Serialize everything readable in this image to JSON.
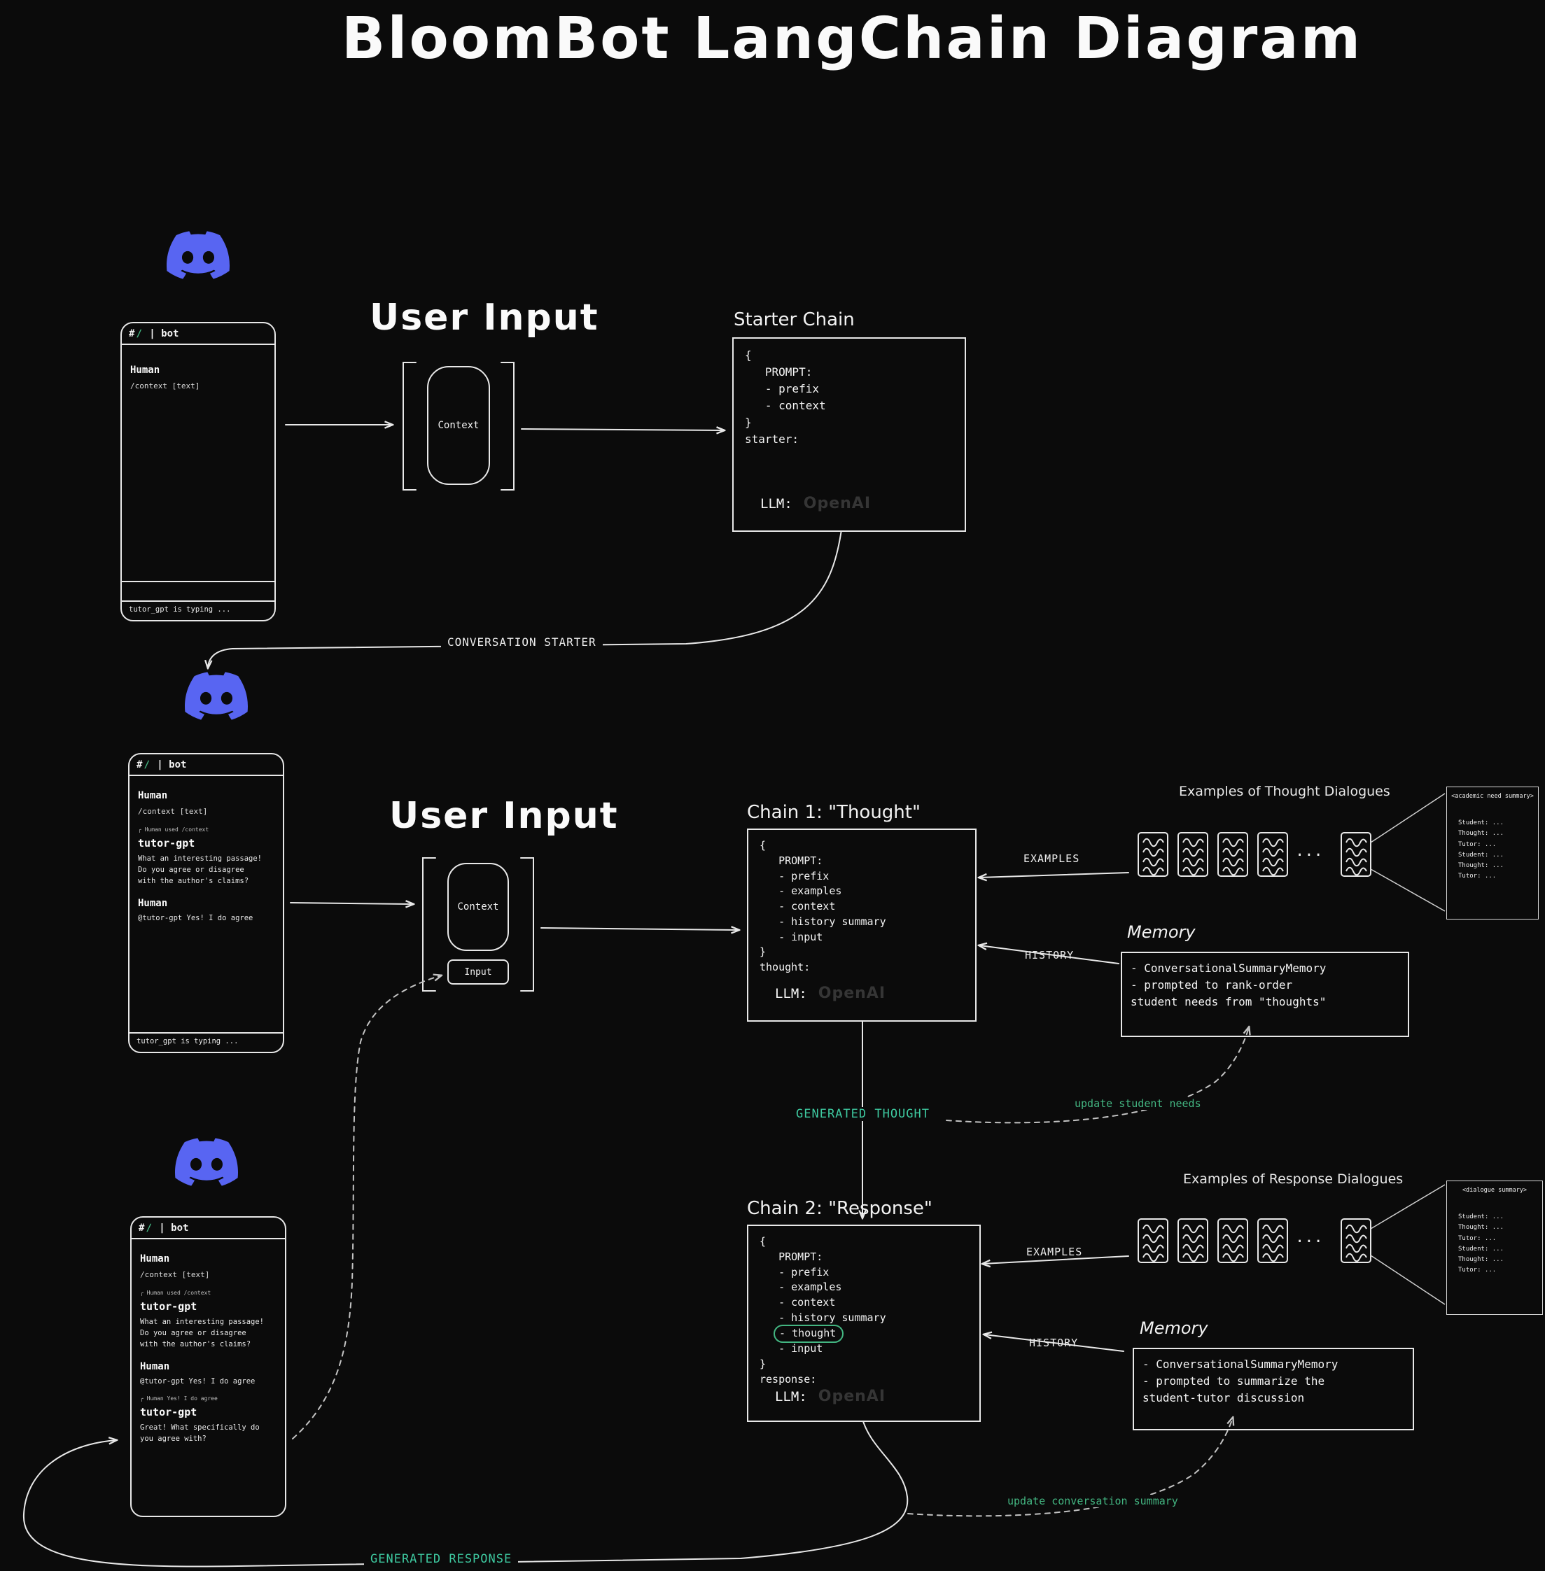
{
  "title": "BloomBot LangChain Diagram",
  "labels": {
    "user_input": "User Input",
    "context": "Context",
    "input": "Input",
    "conversation_starter": "CONVERSATION STARTER",
    "generated_thought": "GENERATED THOUGHT",
    "generated_response": "GENERATED RESPONSE",
    "examples": "EXAMPLES",
    "history": "HISTORY",
    "update_student_needs": "update student needs",
    "update_conversation_summary": "update conversation summary",
    "examples_thought_title": "Examples of Thought Dialogues",
    "examples_response_title": "Examples of Response Dialogues",
    "memory": "Memory",
    "ellipsis": "..."
  },
  "chains": {
    "starter": {
      "title": "Starter Chain",
      "code": "{\n   PROMPT:\n   - prefix\n   - context\n}\nstarter:",
      "llm_label": "LLM:",
      "llm_value": "OpenAI"
    },
    "chain1": {
      "title": "Chain 1: \"Thought\"",
      "code": "{\n   PROMPT:\n   - prefix\n   - examples\n   - context\n   - history summary\n   - input\n}\nthought:",
      "llm_label": "LLM:",
      "llm_value": "OpenAI"
    },
    "chain2": {
      "title": "Chain 2: \"Response\"",
      "code_before": "{\n   PROMPT:\n   - prefix\n   - examples\n   - context\n   - history summary",
      "thought_item": "- thought",
      "code_after": "   - input\n}\nresponse:",
      "llm_label": "LLM:",
      "llm_value": "OpenAI"
    }
  },
  "memory1": {
    "title": "Memory",
    "text": "- ConversationalSummaryMemory\n- prompted to rank-order\nstudent needs from \"thoughts\""
  },
  "memory2": {
    "title": "Memory",
    "text": "- ConversationalSummaryMemory\n- prompted to summarize the\nstudent-tutor discussion"
  },
  "summary1": {
    "header": "<academic need summary>",
    "body": "Student: ...\nThought: ...\nTutor: ...\nStudent: ...\nThought: ...\nTutor: ..."
  },
  "summary2": {
    "header": "<dialogue summary>",
    "body": "Student: ...\nThought: ...\nTutor: ...\nStudent: ...\nThought: ...\nTutor: ..."
  },
  "phones": {
    "p1": {
      "hash": "#",
      "slash": "∕",
      "channel": " | bot",
      "author1": "Human",
      "cmd1": "/context [text]",
      "typing": "tutor_gpt is typing ..."
    },
    "p2": {
      "hash": "#",
      "slash": "∕",
      "channel": " | bot",
      "author1": "Human",
      "cmd1": "/context [text]",
      "ref1": "╭ Human used /context",
      "author2": "tutor-gpt",
      "msg2": "What an interesting passage!\nDo you agree or disagree\nwith the author's claims?",
      "author3": "Human",
      "msg3": "@tutor-gpt Yes! I do agree",
      "typing": "tutor_gpt is typing ..."
    },
    "p3": {
      "hash": "#",
      "slash": "∕",
      "channel": " | bot",
      "author1": "Human",
      "cmd1": "/context [text]",
      "ref1": "╭ Human used /context",
      "author2": "tutor-gpt",
      "msg2": "What an interesting passage!\nDo you agree or disagree\nwith the author's claims?",
      "author3": "Human",
      "msg3": "@tutor-gpt Yes! I do agree",
      "ref2": "╭ Human  Yes! I do agree",
      "author4": "tutor-gpt",
      "msg4": "Great! What specifically do\nyou agree with?"
    }
  }
}
